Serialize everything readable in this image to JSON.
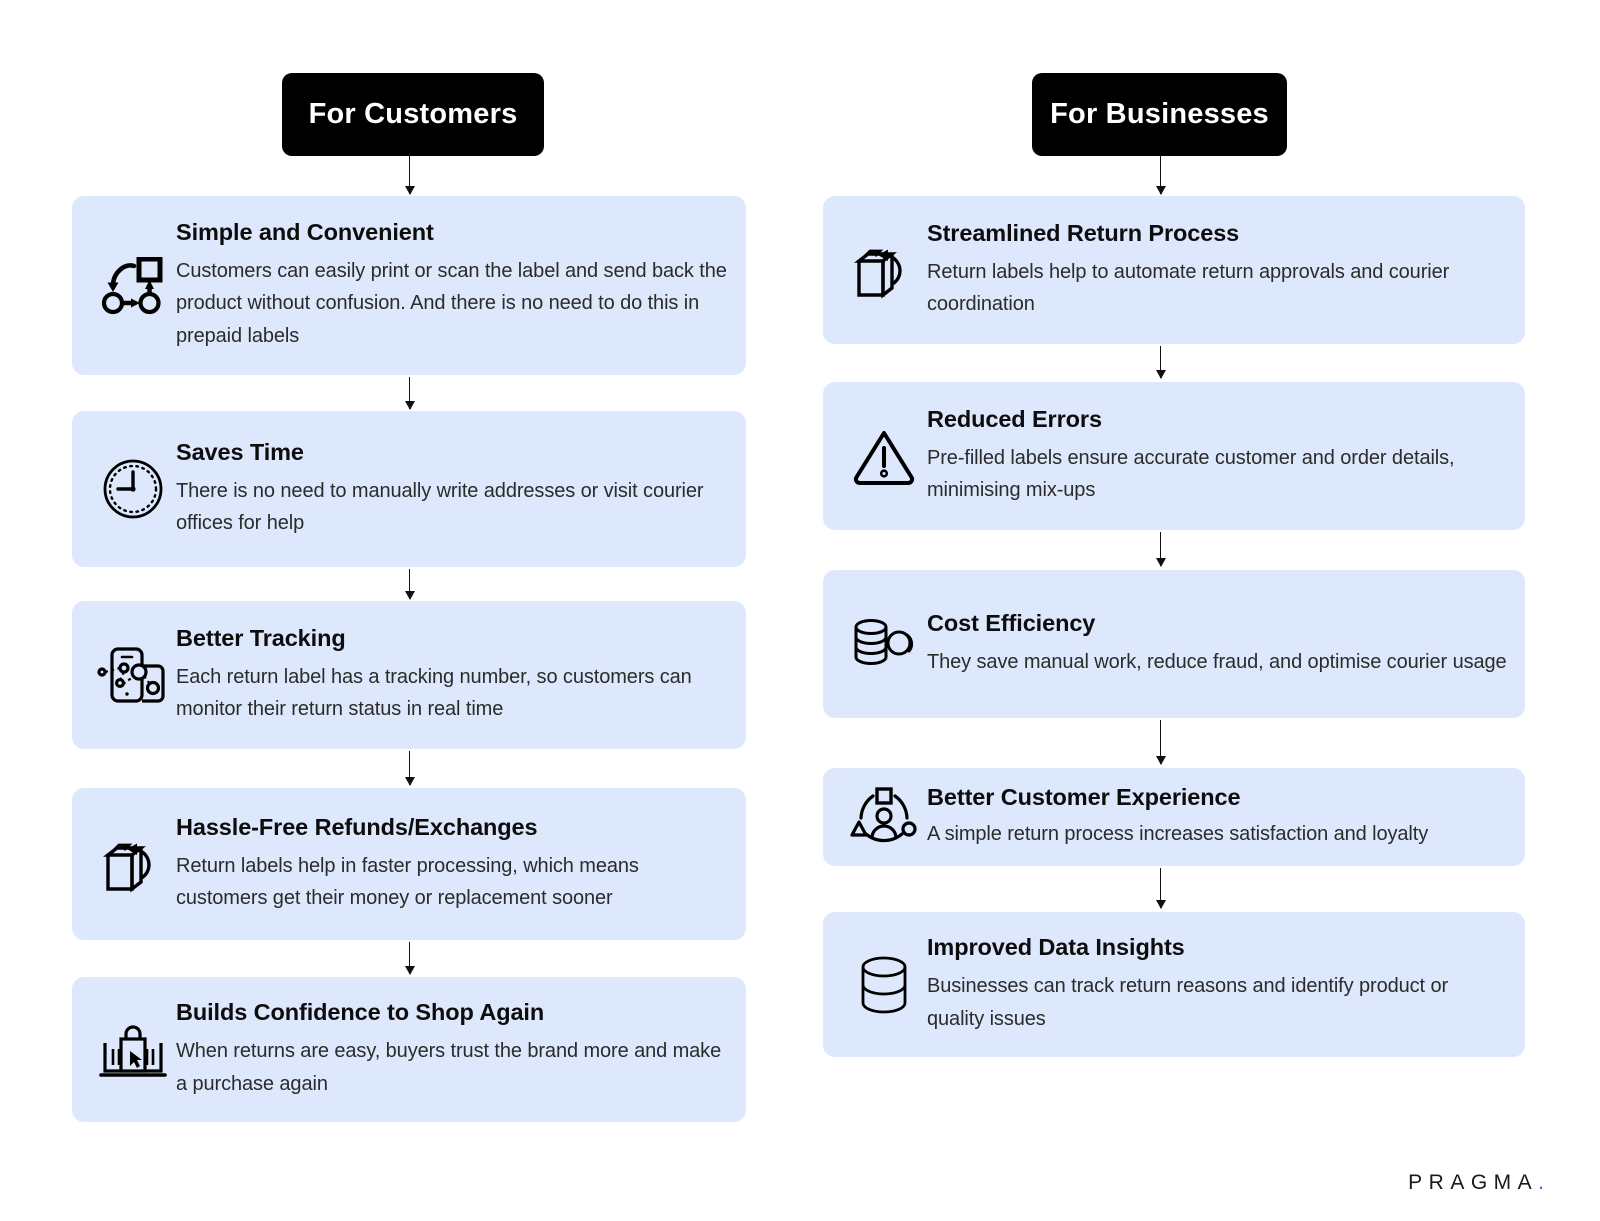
{
  "theme": {
    "card_bg": "#dde8fc",
    "header_bg": "#000000",
    "header_text": "#ffffff",
    "title_text": "#0d0d0d",
    "body_text": "#2b2b2b",
    "accent_dot": "#2f6fe4"
  },
  "columns": [
    {
      "header": "For Customers",
      "cards": [
        {
          "icon": "return-flow-icon",
          "title": "Simple and Convenient",
          "desc": "Customers can easily print or scan the label and send back the product without confusion. And there is no need to do this in prepaid labels"
        },
        {
          "icon": "clock-icon",
          "title": "Saves Time",
          "desc": "There is no need to manually write addresses or visit courier offices for help"
        },
        {
          "icon": "mobile-tracking-icon",
          "title": "Better Tracking",
          "desc": "Each return label has a tracking number, so customers can monitor their return status in real time"
        },
        {
          "icon": "return-box-icon",
          "title": "Hassle-Free Refunds/Exchanges",
          "desc": "Return labels help in faster processing, which means customers get their money or replacement sooner"
        },
        {
          "icon": "shopping-bag-laptop-icon",
          "title": "Builds Confidence to Shop Again",
          "desc": "When returns are easy, buyers trust the brand more and make a purchase again"
        }
      ]
    },
    {
      "header": "For Businesses",
      "cards": [
        {
          "icon": "return-box-icon",
          "title": "Streamlined Return Process",
          "desc": "Return labels help to automate return approvals and courier coordination"
        },
        {
          "icon": "warning-triangle-icon",
          "title": "Reduced Errors",
          "desc": "Pre-filled labels ensure accurate customer and order details, minimising mix-ups"
        },
        {
          "icon": "coins-stack-icon",
          "title": "Cost Efficiency",
          "desc": "They save manual work, reduce fraud, and optimise courier usage"
        },
        {
          "icon": "customer-experience-icon",
          "title": "Better Customer Experience",
          "desc": "A simple return process increases satisfaction and loyalty"
        },
        {
          "icon": "database-icon",
          "title": "Improved Data Insights",
          "desc": "Businesses can track return reasons and identify product or quality issues"
        }
      ]
    }
  ],
  "footer": {
    "brand": "PRAGMA",
    "brand_dot": "."
  }
}
